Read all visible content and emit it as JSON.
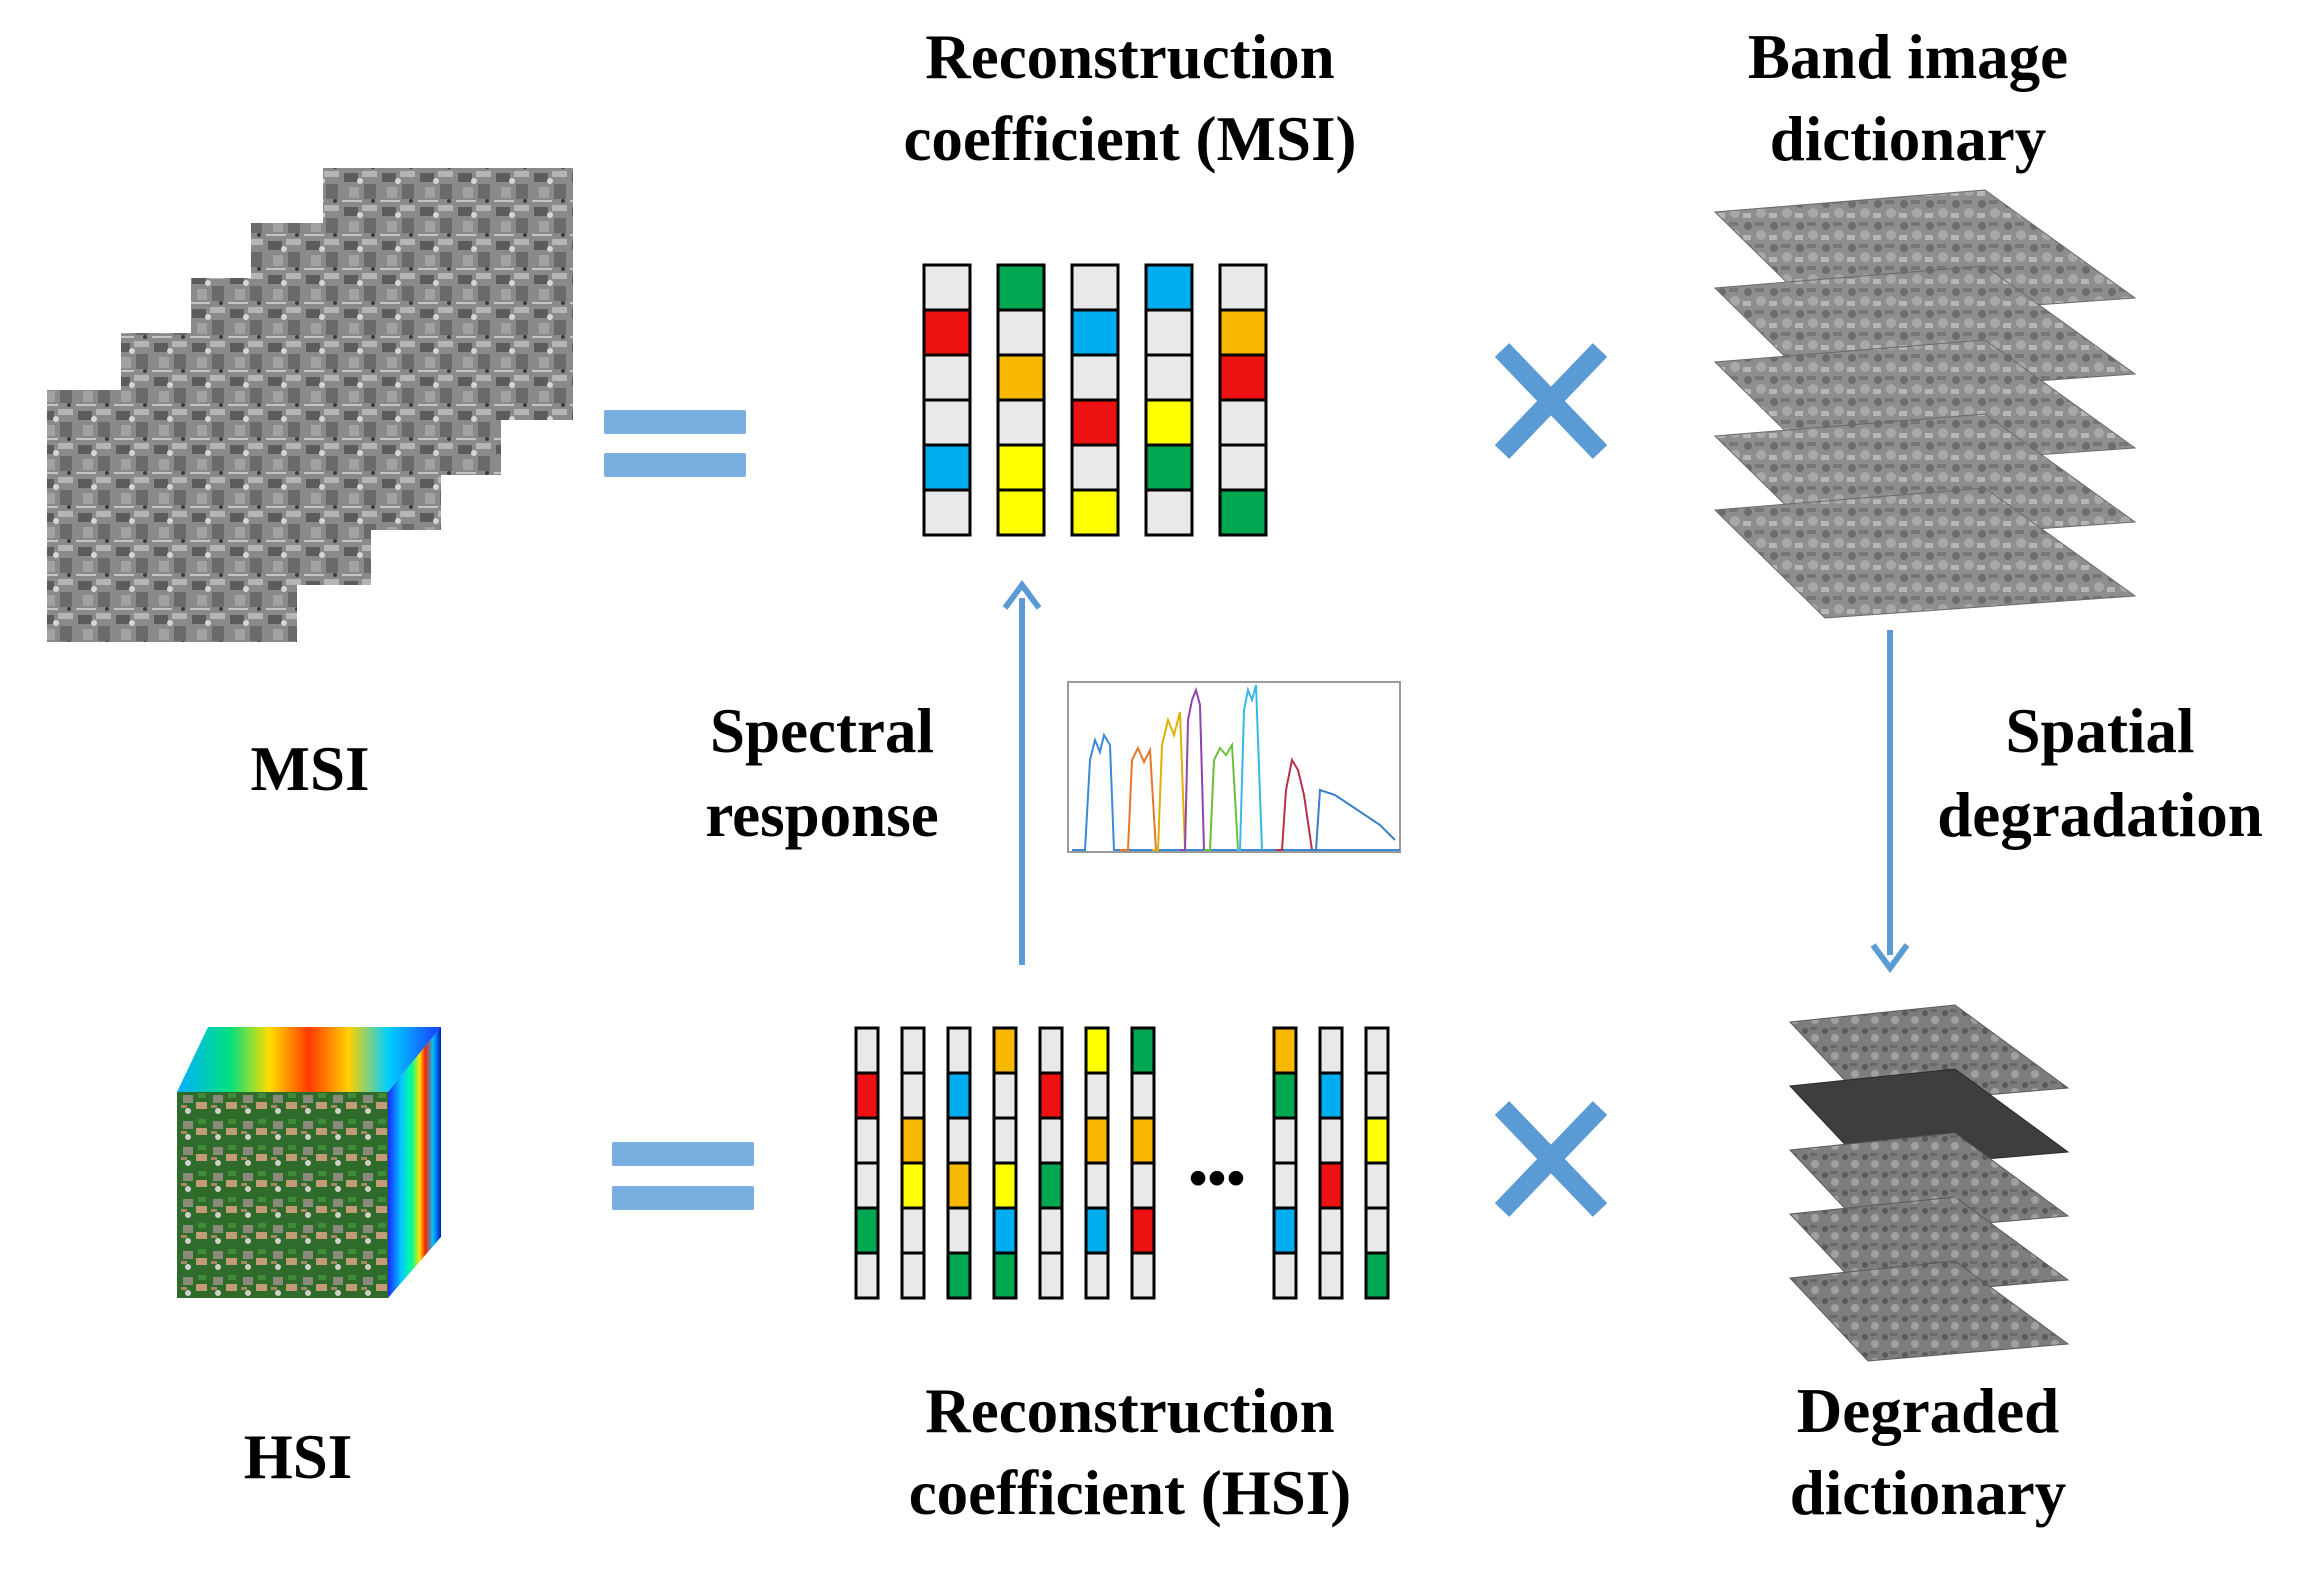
{
  "labels": {
    "msi": "MSI",
    "hsi": "HSI",
    "coef_msi_line1": "Reconstruction",
    "coef_msi_line2": "coefficient (MSI)",
    "coef_hsi_line1": "Reconstruction",
    "coef_hsi_line2": "coefficient (HSI)",
    "band_dict_line1": "Band image",
    "band_dict_line2": "dictionary",
    "degraded_line1": "Degraded",
    "degraded_line2": "dictionary",
    "spectral_line1": "Spectral",
    "spectral_line2": "response",
    "spatial_line1": "Spatial",
    "spatial_line2": "degradation",
    "ellipsis": "•••"
  },
  "colors": {
    "arrow": "#5b9bd5",
    "equals": "#7aaee0",
    "cell_empty": "#e9e9e9",
    "red": "#ee1111",
    "green": "#00a650",
    "blue": "#00aeef",
    "orange": "#f9b800",
    "yellow": "#ffff00"
  },
  "msi_coefficients": [
    [
      "e",
      "r",
      "e",
      "e",
      "b",
      "e"
    ],
    [
      "g",
      "e",
      "o",
      "e",
      "y",
      "y"
    ],
    [
      "e",
      "b",
      "e",
      "r",
      "e",
      "y"
    ],
    [
      "b",
      "e",
      "e",
      "y",
      "g",
      "e"
    ],
    [
      "e",
      "o",
      "r",
      "e",
      "e",
      "g"
    ]
  ],
  "hsi_coefficients": [
    [
      "e",
      "r",
      "e",
      "e",
      "g",
      "e"
    ],
    [
      "e",
      "e",
      "o",
      "y",
      "e",
      "e"
    ],
    [
      "e",
      "b",
      "e",
      "o",
      "e",
      "g"
    ],
    [
      "o",
      "e",
      "e",
      "y",
      "b",
      "g"
    ],
    [
      "e",
      "r",
      "e",
      "g",
      "e",
      "e"
    ],
    [
      "y",
      "e",
      "o",
      "e",
      "b",
      "e"
    ],
    [
      "g",
      "e",
      "o",
      "e",
      "r",
      "e"
    ],
    [
      "o",
      "g",
      "e",
      "e",
      "b",
      "e"
    ],
    [
      "e",
      "b",
      "e",
      "r",
      "e",
      "e"
    ],
    [
      "e",
      "e",
      "y",
      "e",
      "e",
      "g"
    ]
  ]
}
